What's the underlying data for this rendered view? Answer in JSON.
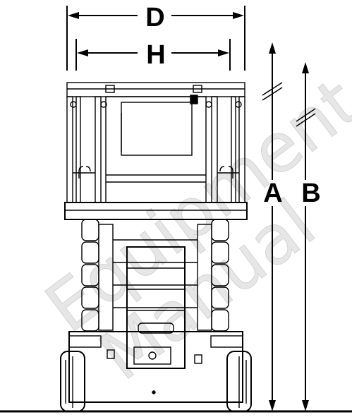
{
  "dimensions": {
    "overall_width_label": "D",
    "inner_width_label": "H",
    "platform_height_label": "A",
    "rail_height_label": "B"
  },
  "watermark": {
    "line1": "Equipment",
    "line2": "Manual"
  }
}
